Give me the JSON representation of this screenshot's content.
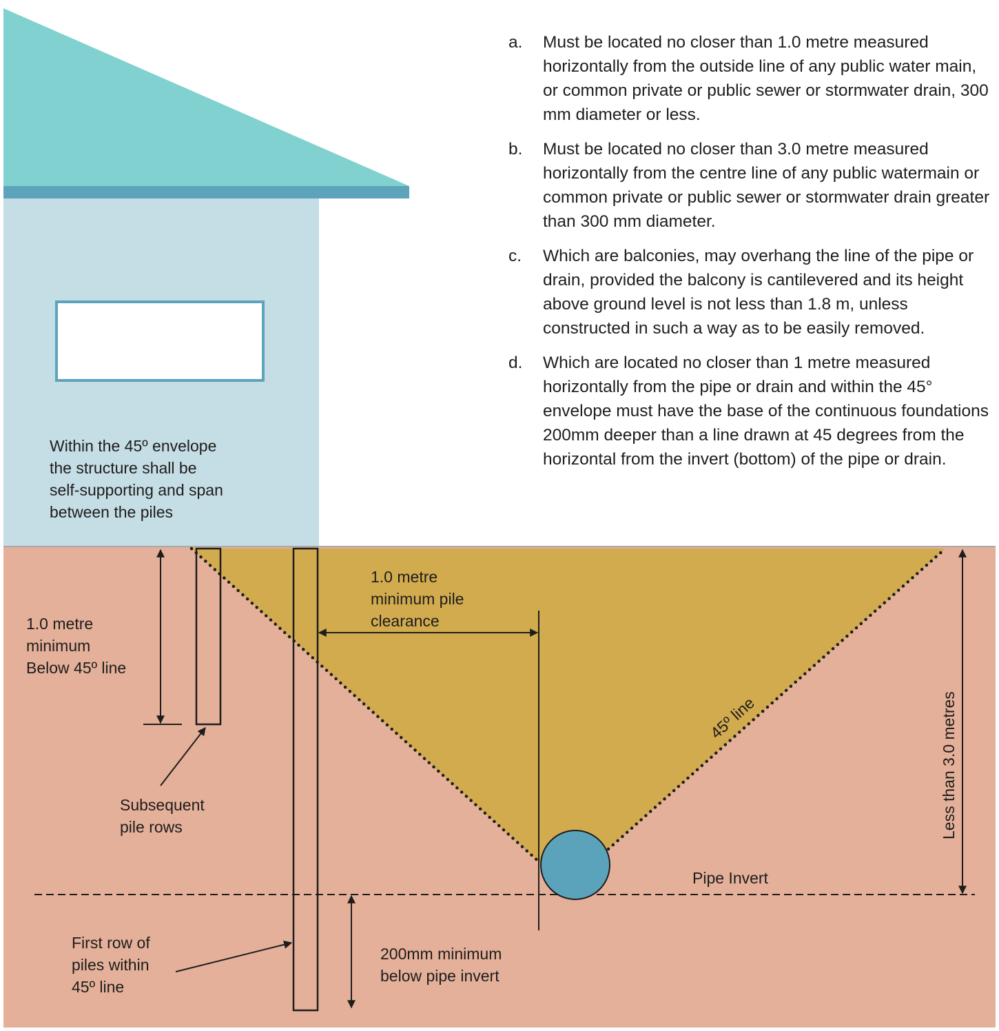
{
  "requirements": [
    {
      "letter": "a.",
      "text": "Must be located no closer than 1.0 metre measured horizontally from the outside line of any public water main, or common private or public sewer or stormwater drain, 300 mm diameter or less."
    },
    {
      "letter": "b.",
      "text": "Must be located no closer than 3.0 metre measured horizontally from the centre line of any public watermain or common private or public sewer or stormwater drain greater than 300 mm diameter."
    },
    {
      "letter": "c.",
      "text": "Which are balconies, may overhang the line of the pipe or drain, provided the balcony is cantilevered and its height above ground level is not less than 1.8 m, unless constructed in such a way as to be easily removed."
    },
    {
      "letter": "d.",
      "text": "Which are located no closer than 1 metre measured horizontally from the pipe or drain and within the 45° envelope must have the base of the continuous foundations 200mm deeper than a line drawn at 45 degrees from the horizontal from the invert (bottom) of the pipe or drain."
    }
  ],
  "labels": {
    "envelope_note": [
      "Within the 45º envelope",
      "the structure shall be",
      "self-supporting and span",
      "between the piles"
    ],
    "min_below_45": [
      "1.0 metre",
      "minimum",
      "Below 45º line"
    ],
    "subsequent_piles": [
      "Subsequent",
      "pile rows"
    ],
    "first_row_piles": [
      "First row of",
      "piles within",
      "45º line"
    ],
    "pile_clearance": [
      "1.0 metre",
      "minimum pile",
      "clearance"
    ],
    "line_45": "45º line",
    "less_than_3m": "Less than 3.0 metres",
    "pipe_invert": "Pipe Invert",
    "min_200mm": [
      "200mm minimum",
      "below pipe invert"
    ]
  },
  "colors": {
    "roof": "#80d1cf",
    "fascia": "#5ca3bb",
    "wall": "#c5dde5",
    "window_frame": "#5ca3bb",
    "ground": "#e4b09a",
    "envelope": "#d2ab4f",
    "pipe": "#5ba3bb",
    "line": "#1d1d1b"
  }
}
